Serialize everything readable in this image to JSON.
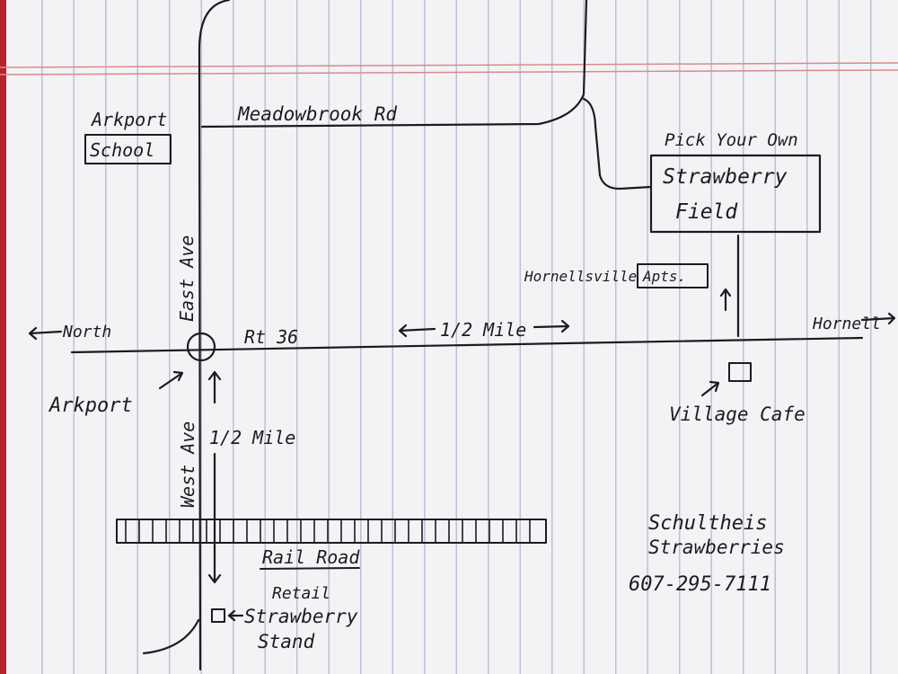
{
  "map": {
    "paper_color": "#f3f3f6",
    "ink_color": "#1c1c20",
    "margin_color": "#d98a8a",
    "labels": {
      "school_name": "Arkport",
      "school_box": "School",
      "road_meadowbrook": "Meadowbrook Rd",
      "pick_own": "Pick Your Own",
      "field_line1": "Strawberry",
      "field_line2": "Field",
      "apts_prefix": "Hornellsville",
      "apts_box": "Apts.",
      "north": "North",
      "east_ave": "East Ave",
      "rt36": "Rt 36",
      "half_mile_east": "1/2 Mile",
      "hornell": "Hornell",
      "arkport": "Arkport",
      "village_cafe": "Village Cafe",
      "west_ave": "West Ave",
      "half_mile_south": "1/2 Mile",
      "railroad": "Rail Road",
      "retail_line1": "Retail",
      "retail_line2": "Strawberry",
      "retail_line3": "Stand",
      "farm_line1": "Schultheis",
      "farm_line2": "Strawberries",
      "phone": "607-295-7111"
    }
  }
}
